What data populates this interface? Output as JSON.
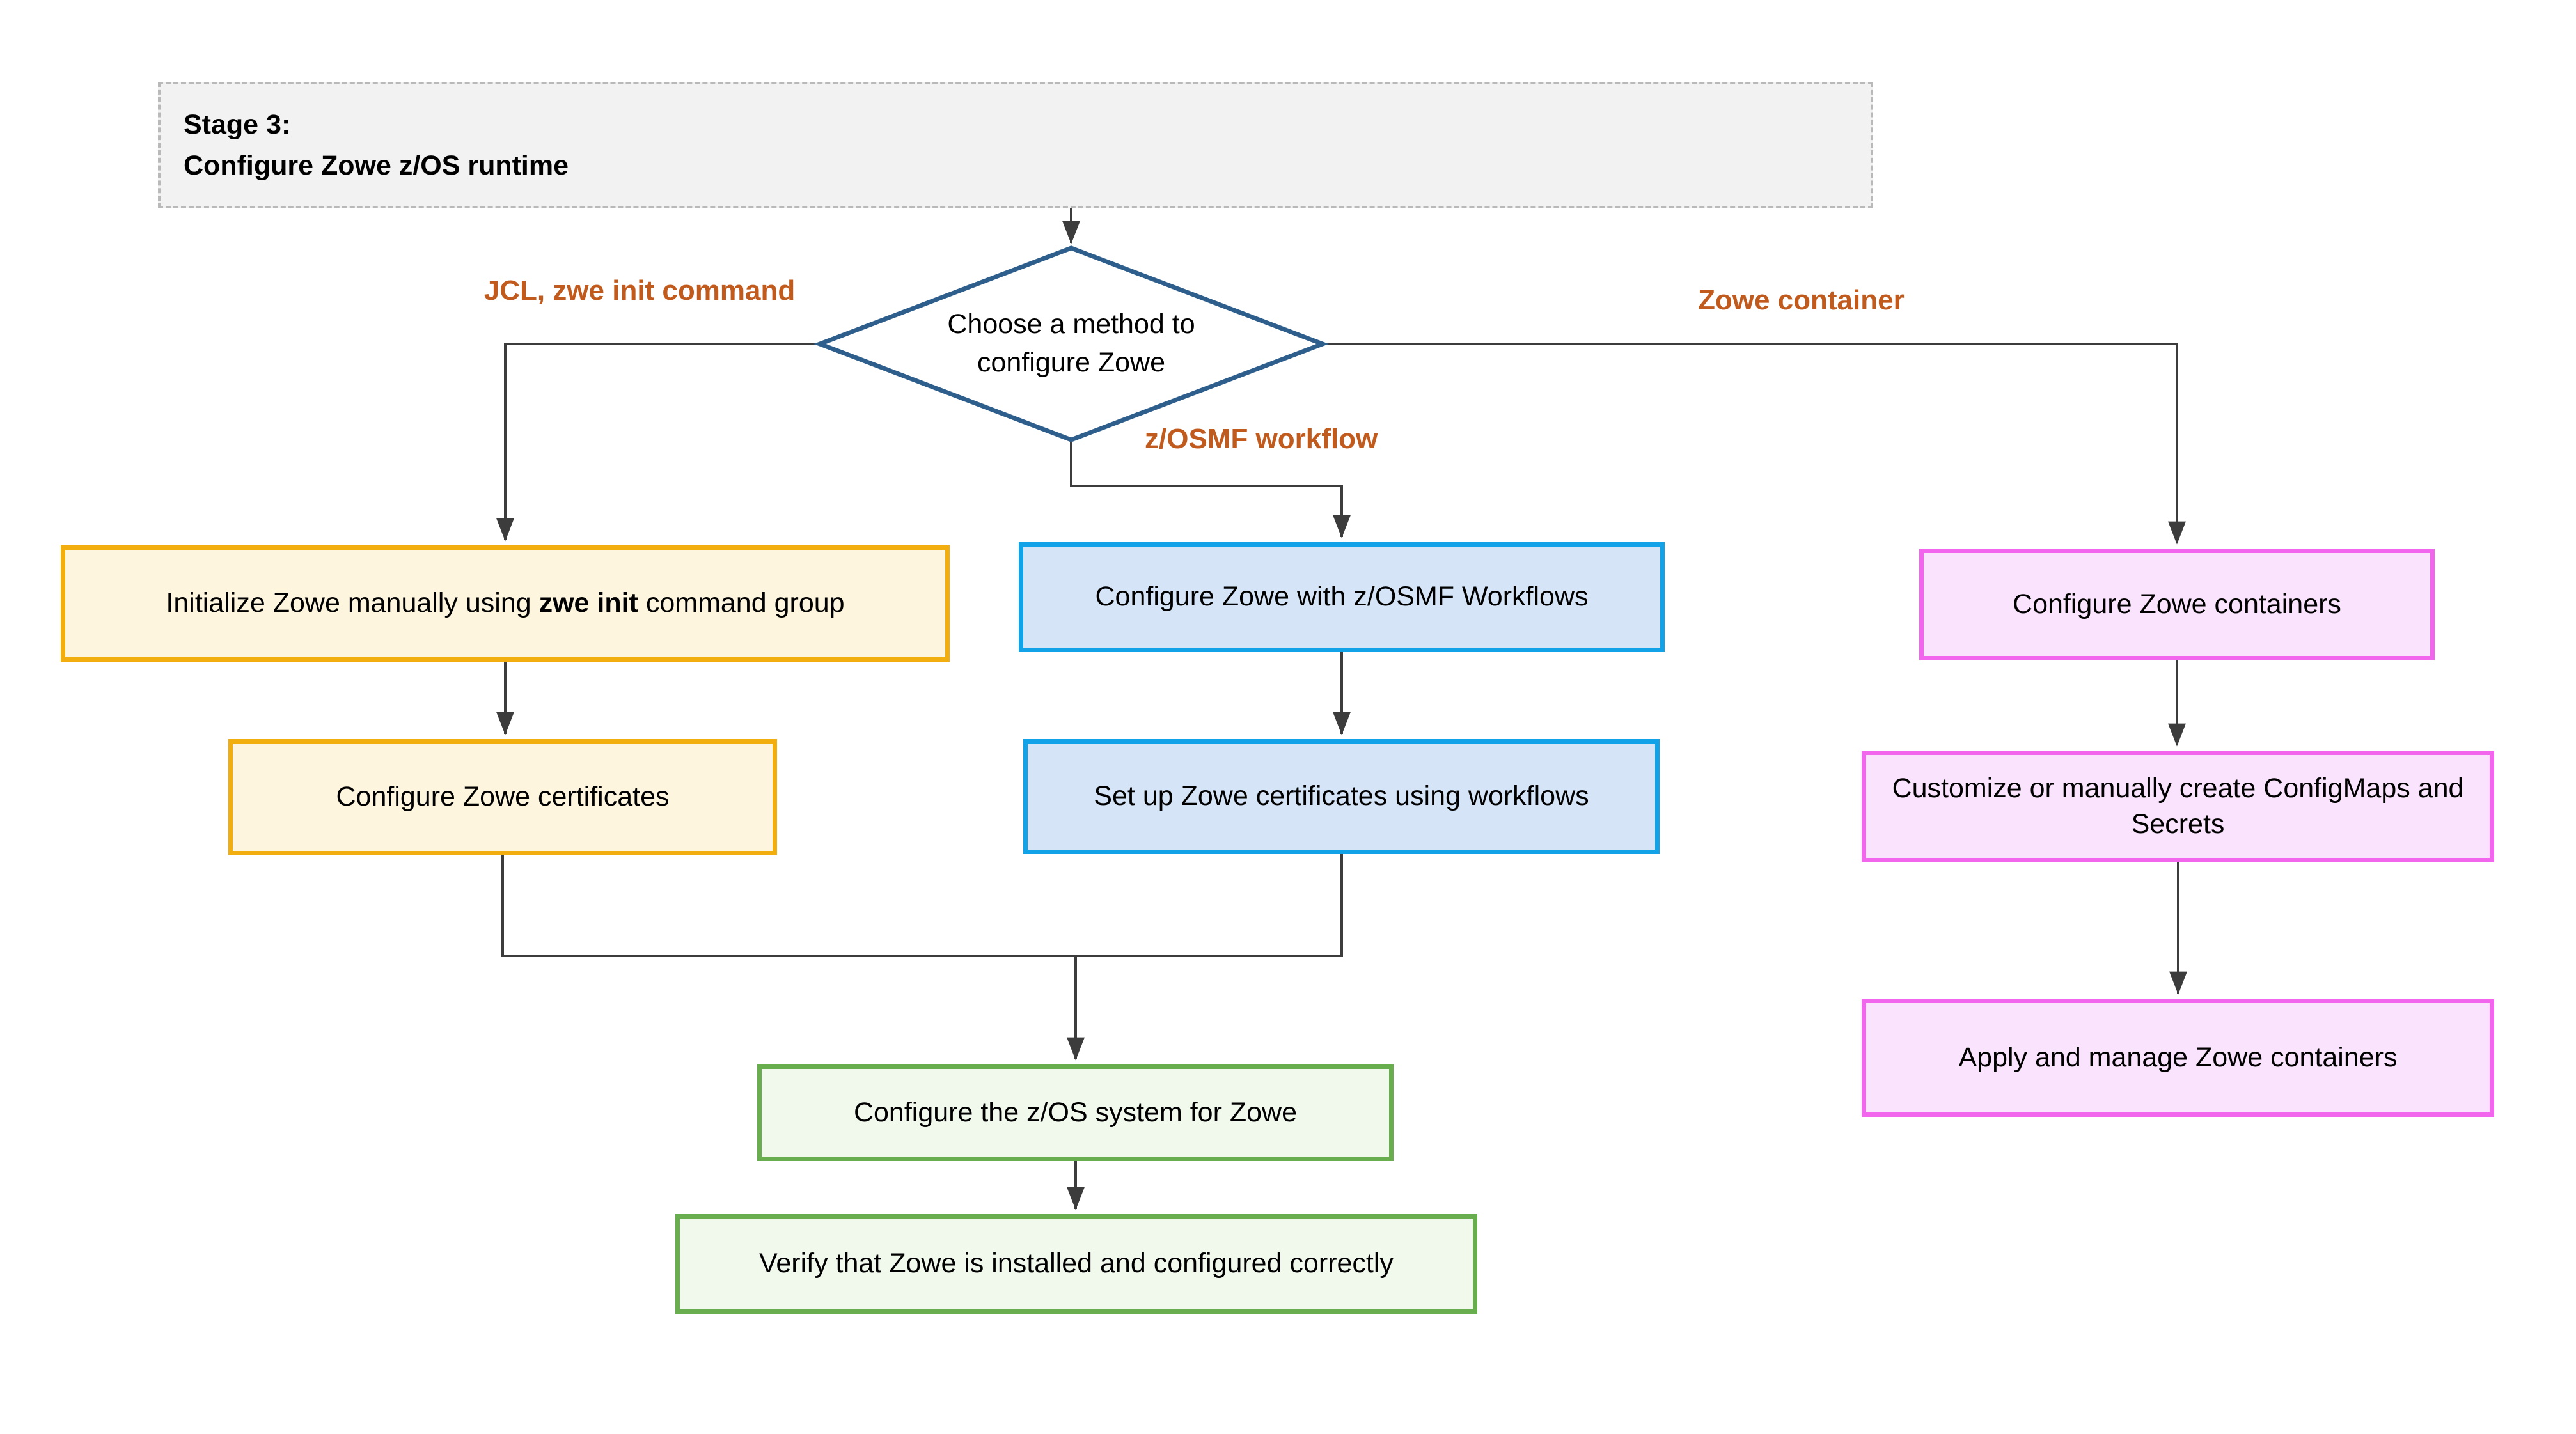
{
  "title": {
    "line1": "Stage 3:",
    "line2": "Configure Zowe z/OS runtime"
  },
  "decision": {
    "label": "Choose a method to configure Zowe"
  },
  "branches": {
    "jcl": "JCL, zwe init command",
    "zosmf": "z/OSMF workflow",
    "container": "Zowe container"
  },
  "nodes": {
    "init_zwe": {
      "prefix": "Initialize Zowe manually using ",
      "bold": "zwe init",
      "suffix": " command group"
    },
    "config_certs": {
      "label": "Configure Zowe certificates"
    },
    "zosmf_workflows": {
      "label": "Configure Zowe with z/OSMF Workflows"
    },
    "certs_workflows": {
      "label": "Set up Zowe certificates using workflows"
    },
    "config_containers": {
      "label": "Configure Zowe containers"
    },
    "configmaps": {
      "label": "Customize or manually create ConfigMaps and Secrets"
    },
    "apply_containers": {
      "label": "Apply and manage Zowe containers"
    },
    "config_zos": {
      "label": "Configure the z/OS system for Zowe"
    },
    "verify": {
      "label": "Verify that Zowe is installed and configured correctly"
    }
  },
  "colors": {
    "edge": "#3c3c3c",
    "decision_border": "#2e5e8c",
    "branch_label": "#c05a1d",
    "stage_fill": "#f2f2f2",
    "stage_border": "#b9b9b9",
    "yellow_border": "#f2ae0e",
    "yellow_fill": "#fdf5de",
    "blue_border": "#12a2e8",
    "blue_fill": "#d5e5f7",
    "pink_border": "#f266ee",
    "pink_fill": "#fae3fc",
    "green_border": "#68ad4e",
    "green_fill": "#f1f9ed"
  }
}
